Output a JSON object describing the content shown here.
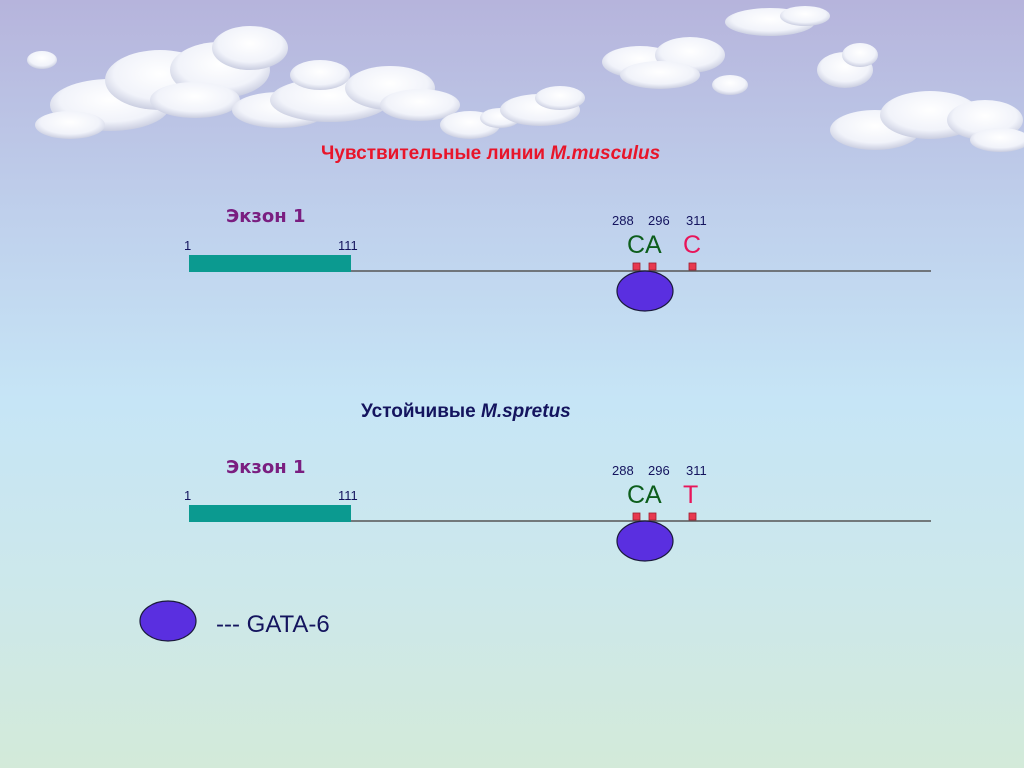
{
  "sections": [
    {
      "title": "Чувствительные линии ",
      "title_species": "M.musculus",
      "exon_label": "Экзон 1",
      "start_label": "1",
      "end_label": "111",
      "positions": [
        "288",
        "296",
        "311"
      ],
      "bases_pair": "CA",
      "base_variant": "C"
    },
    {
      "title": "Устойчивые ",
      "title_species": "M.spretus",
      "exon_label": "Экзон 1",
      "start_label": "1",
      "end_label": "111",
      "positions": [
        "288",
        "296",
        "311"
      ],
      "bases_pair": "CA",
      "base_variant": "T"
    }
  ],
  "legend": {
    "label": "--- GATA-6"
  },
  "colors": {
    "exon_bar": "#0b9a90",
    "gata_oval": "#5a2fe0",
    "site_marker": "#e8384f",
    "title_red": "#e8152a",
    "title_navy": "#14145e",
    "exon_text": "#7a1e80"
  },
  "icons": [
    "cloud-icon",
    "gata6-oval-icon",
    "site-marker-icon"
  ]
}
